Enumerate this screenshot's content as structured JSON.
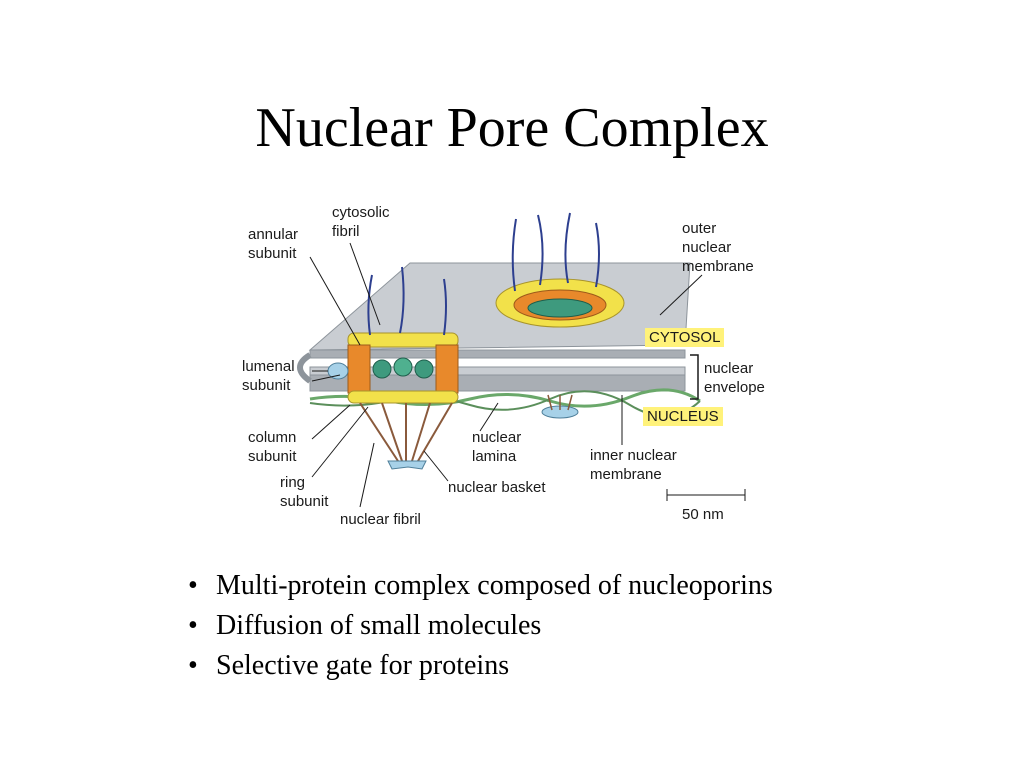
{
  "slide": {
    "title": "Nuclear Pore Complex",
    "bullets": [
      "Multi-protein complex composed of nucleoporins",
      "Diffusion of small molecules",
      "Selective gate for proteins"
    ]
  },
  "diagram": {
    "labels": {
      "cytosolic_fibril": "cytosolic\nfibril",
      "annular_subunit": "annular\nsubunit",
      "outer_nuclear_membrane": "outer\nnuclear\nmembrane",
      "cytosol": "CYTOSOL",
      "lumenal_subunit": "lumenal\nsubunit",
      "nuclear_envelope": "nuclear\nenvelope",
      "nucleus": "NUCLEUS",
      "column_subunit": "column\nsubunit",
      "nuclear_lamina": "nuclear\nlamina",
      "inner_nuclear_membrane": "inner nuclear\nmembrane",
      "ring_subunit": "ring\nsubunit",
      "nuclear_basket": "nuclear basket",
      "nuclear_fibril": "nuclear fibril",
      "scale_bar": "50 nm"
    },
    "colors": {
      "membrane": "#c9cdd2",
      "ring": "#f2e14a",
      "column": "#e8892b",
      "channel": "#3e9a7e",
      "fibril_cyto": "#2d3f8f",
      "fibril_nuc": "#8a5a3c",
      "lamina": "#6aa86a",
      "highlight": "#fff27a"
    }
  }
}
